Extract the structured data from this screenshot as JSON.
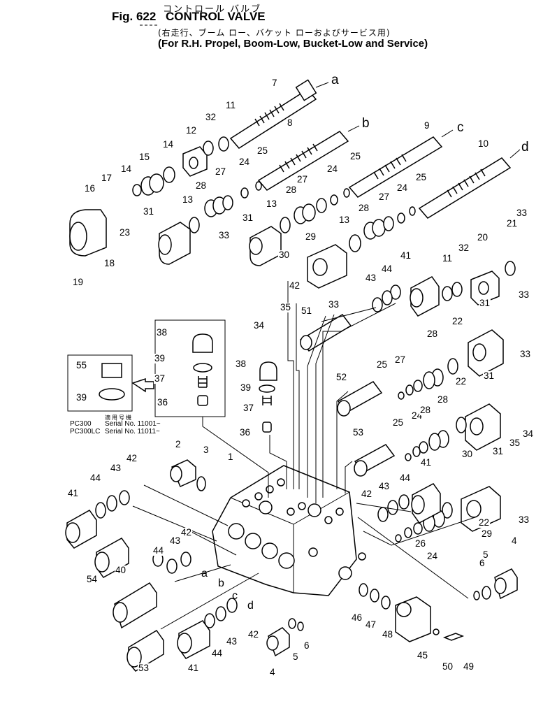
{
  "header": {
    "title_jp": "コントロール バルブ",
    "fig_label": "Fig. 622",
    "title_en": "CONTROL VALVE",
    "subtitle_jp": "(右走行、ブーム ロー、バケット ローおよびサービス用)",
    "subtitle_en": "(For R.H. Propel, Boom-Low, Bucket-Low and Service)"
  },
  "inset": {
    "serial_jp": "適用号機",
    "models": [
      {
        "model": "PC300",
        "serial": "Serial No. 11001~"
      },
      {
        "model": "PC300LC",
        "serial": "Serial No. 11011~"
      }
    ]
  },
  "arrows": [
    "a",
    "b",
    "c",
    "d"
  ],
  "parts": [
    {
      "n": "1"
    },
    {
      "n": "2"
    },
    {
      "n": "3"
    },
    {
      "n": "4"
    },
    {
      "n": "4"
    },
    {
      "n": "5"
    },
    {
      "n": "5"
    },
    {
      "n": "6"
    },
    {
      "n": "6"
    },
    {
      "n": "7"
    },
    {
      "n": "8"
    },
    {
      "n": "9"
    },
    {
      "n": "10"
    },
    {
      "n": "11"
    },
    {
      "n": "11"
    },
    {
      "n": "12"
    },
    {
      "n": "13"
    },
    {
      "n": "13"
    },
    {
      "n": "13"
    },
    {
      "n": "14"
    },
    {
      "n": "14"
    },
    {
      "n": "15"
    },
    {
      "n": "16"
    },
    {
      "n": "17"
    },
    {
      "n": "18"
    },
    {
      "n": "19"
    },
    {
      "n": "20"
    },
    {
      "n": "21"
    },
    {
      "n": "22"
    },
    {
      "n": "22"
    },
    {
      "n": "22"
    },
    {
      "n": "23"
    },
    {
      "n": "24"
    },
    {
      "n": "24"
    },
    {
      "n": "24"
    },
    {
      "n": "24"
    },
    {
      "n": "24"
    },
    {
      "n": "25"
    },
    {
      "n": "25"
    },
    {
      "n": "25"
    },
    {
      "n": "25"
    },
    {
      "n": "25"
    },
    {
      "n": "26"
    },
    {
      "n": "27"
    },
    {
      "n": "27"
    },
    {
      "n": "27"
    },
    {
      "n": "27"
    },
    {
      "n": "28"
    },
    {
      "n": "28"
    },
    {
      "n": "28"
    },
    {
      "n": "28"
    },
    {
      "n": "28"
    },
    {
      "n": "28"
    },
    {
      "n": "29"
    },
    {
      "n": "29"
    },
    {
      "n": "30"
    },
    {
      "n": "30"
    },
    {
      "n": "31"
    },
    {
      "n": "31"
    },
    {
      "n": "31"
    },
    {
      "n": "31"
    },
    {
      "n": "31"
    },
    {
      "n": "32"
    },
    {
      "n": "32"
    },
    {
      "n": "33"
    },
    {
      "n": "33"
    },
    {
      "n": "33"
    },
    {
      "n": "33"
    },
    {
      "n": "33"
    },
    {
      "n": "33"
    },
    {
      "n": "34"
    },
    {
      "n": "34"
    },
    {
      "n": "35"
    },
    {
      "n": "35"
    },
    {
      "n": "36"
    },
    {
      "n": "36"
    },
    {
      "n": "37"
    },
    {
      "n": "37"
    },
    {
      "n": "38"
    },
    {
      "n": "38"
    },
    {
      "n": "39"
    },
    {
      "n": "39"
    },
    {
      "n": "39"
    },
    {
      "n": "40"
    },
    {
      "n": "41"
    },
    {
      "n": "41"
    },
    {
      "n": "41"
    },
    {
      "n": "41"
    },
    {
      "n": "42"
    },
    {
      "n": "42"
    },
    {
      "n": "42"
    },
    {
      "n": "42"
    },
    {
      "n": "42"
    },
    {
      "n": "43"
    },
    {
      "n": "43"
    },
    {
      "n": "43"
    },
    {
      "n": "43"
    },
    {
      "n": "43"
    },
    {
      "n": "44"
    },
    {
      "n": "44"
    },
    {
      "n": "44"
    },
    {
      "n": "44"
    },
    {
      "n": "44"
    },
    {
      "n": "45"
    },
    {
      "n": "46"
    },
    {
      "n": "47"
    },
    {
      "n": "48"
    },
    {
      "n": "49"
    },
    {
      "n": "50"
    },
    {
      "n": "51"
    },
    {
      "n": "52"
    },
    {
      "n": "53"
    },
    {
      "n": "53"
    },
    {
      "n": "54"
    },
    {
      "n": "55"
    }
  ]
}
